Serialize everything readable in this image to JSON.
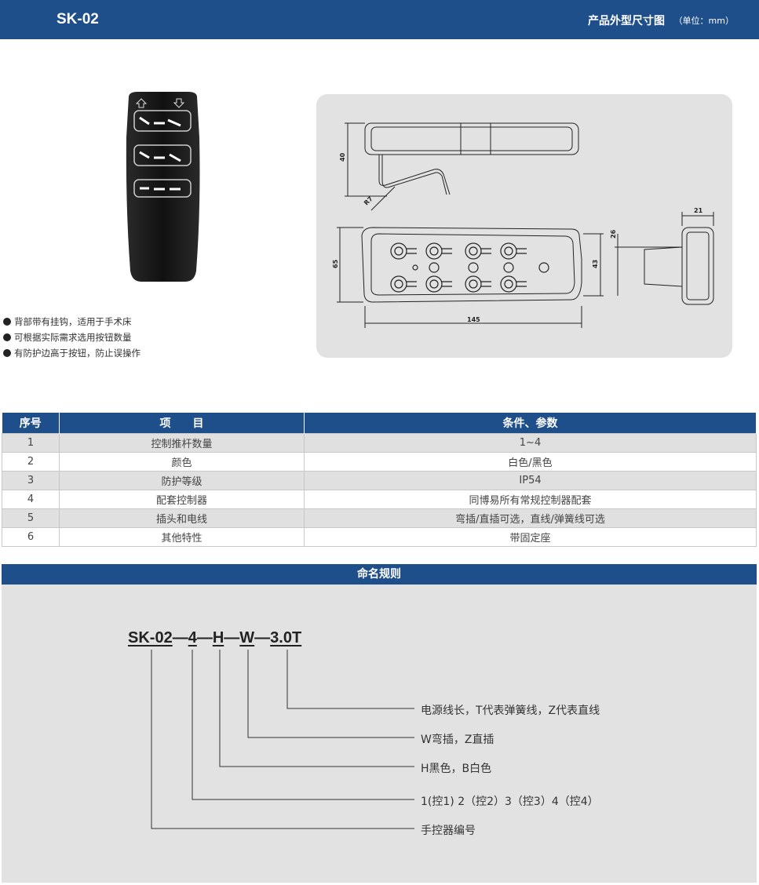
{
  "header": {
    "model": "SK-02",
    "dimension_title": "产品外型尺寸图",
    "unit": "（单位：mm）"
  },
  "features": [
    "背部带有挂钩，适用于手术床",
    "可根据实际需求选用按钮数量",
    "有防护边高于按钮，防止误操作"
  ],
  "drawing": {
    "dims": {
      "side_height": "40",
      "hook": "R7",
      "width": "145",
      "height": "65",
      "inner_height": "43",
      "depth": "21",
      "thickness": "26"
    }
  },
  "spec_table": {
    "headers": [
      "序号",
      "项　　目",
      "条件、参数"
    ],
    "rows": [
      [
        "1",
        "控制推杆数量",
        "1~4"
      ],
      [
        "2",
        "颜色",
        "白色/黑色"
      ],
      [
        "3",
        "防护等级",
        "IP54"
      ],
      [
        "4",
        "配套控制器",
        "同博易所有常规控制器配套"
      ],
      [
        "5",
        "插头和电线",
        "弯插/直插可选，直线/弹簧线可选"
      ],
      [
        "6",
        "其他特性",
        "带固定座"
      ]
    ]
  },
  "naming": {
    "title": "命名规则",
    "code_parts": [
      "SK-02",
      "4",
      "H",
      "W",
      "3.0T"
    ],
    "separator": "—",
    "legend": [
      "电源线长，T代表弹簧线，Z代表直线",
      "W弯插，Z直插",
      "H黑色，B白色",
      "1(控1) 2（控2）3（控3）4（控4）",
      "手控器编号"
    ]
  },
  "colors": {
    "primary": "#1f4f8b",
    "panel": "#e2e2e2",
    "row_alt": "#e0e0e0"
  }
}
